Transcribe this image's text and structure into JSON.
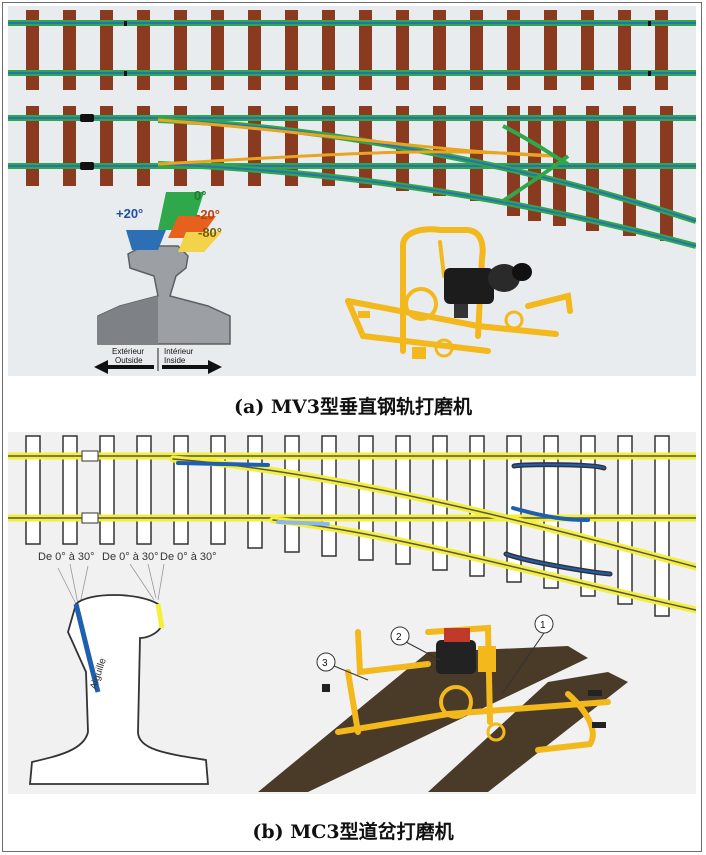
{
  "figure": {
    "panel_a": {
      "caption": "(a) MV3型垂直钢轨打磨机",
      "angle_labels": {
        "left": "+20°",
        "top": "0°",
        "mid": "-20°",
        "bottom": "-80°"
      },
      "sides": {
        "exterior_fr": "Extérieur",
        "exterior_en": "Outside",
        "interior_fr": "Intérieur",
        "interior_en": "Inside"
      },
      "colors": {
        "rail_green": "#2ea84a",
        "rail_blue": "#2c6fb5",
        "rail_orange": "#e9a521",
        "sleeper": "#8a3b1f",
        "machine_yellow": "#f2b81c"
      }
    },
    "panel_b": {
      "caption": "(b) MC3型道岔打磨机",
      "angle_labels": {
        "left": "De 0° à 30°",
        "right_a": "De 0° à 30°",
        "right_b": "De 0° à 30°"
      },
      "rail_label": "Aiguille",
      "callouts": [
        "1",
        "2",
        "3"
      ],
      "colors": {
        "rail_yellow": "#f4ef3a",
        "rail_blue": "#1f5fb0",
        "machine_yellow": "#f2b81c",
        "track_brown": "#4a3a28"
      }
    }
  }
}
